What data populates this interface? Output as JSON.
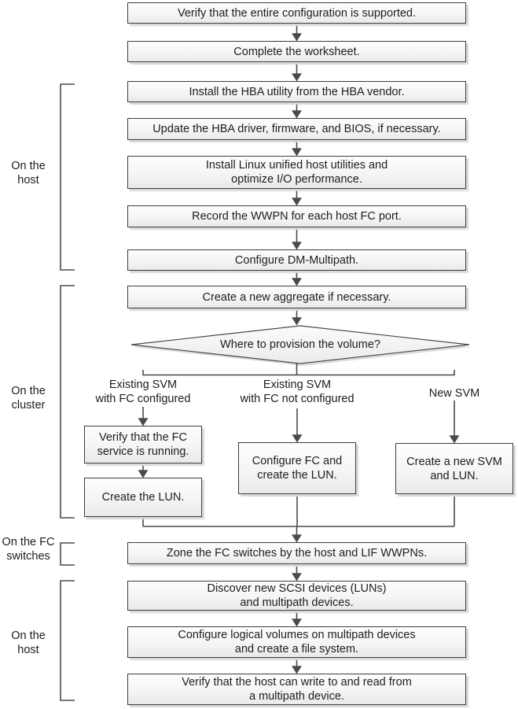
{
  "diagram": {
    "type": "flowchart",
    "colors": {
      "box_fill_top": "#fdfdfd",
      "box_fill_bottom": "#e9e9e9",
      "box_border": "#3d3d3d",
      "connector": "#4a4a4a",
      "shadow": "#d9d9d9",
      "text": "#1d1d1d",
      "background": "#ffffff"
    }
  },
  "boxes": {
    "verify_supported": "Verify that the entire configuration is supported.",
    "complete_worksheet": "Complete the worksheet.",
    "install_hba_utility": "Install the HBA utility from the HBA vendor.",
    "update_hba": "Update the HBA driver, firmware, and BIOS, if necessary.",
    "install_host_utilities": "Install Linux unified host utilities and\noptimize I/O performance.",
    "record_wwpn": "Record the WWPN for each host FC port.",
    "configure_dm_multipath": "Configure DM-Multipath.",
    "create_aggregate": "Create a new aggregate if necessary.",
    "verify_fc_service": "Verify that the FC\nservice is running.",
    "create_lun": "Create the LUN.",
    "configure_fc_create_lun": "Configure FC and\ncreate the LUN.",
    "create_svm_lun": "Create a new SVM\nand LUN.",
    "zone_switches": "Zone the FC switches by the host and LIF WWPNs.",
    "discover_devices": "Discover new SCSI devices (LUNs)\nand multipath devices.",
    "configure_logical_volumes": "Configure logical volumes on multipath devices\nand create a file system.",
    "verify_read_write": "Verify that the host can write to and read from\na multipath device."
  },
  "decision": {
    "question": "Where to provision the volume?"
  },
  "branch_labels": {
    "existing_fc": "Existing SVM\nwith FC configured",
    "existing_no_fc": "Existing SVM\nwith FC not configured",
    "new_svm": "New SVM"
  },
  "side_labels": {
    "host_top": "On the\nhost",
    "cluster": "On the\ncluster",
    "fc_switches": "On the FC\nswitches",
    "host_bottom": "On the\nhost"
  }
}
